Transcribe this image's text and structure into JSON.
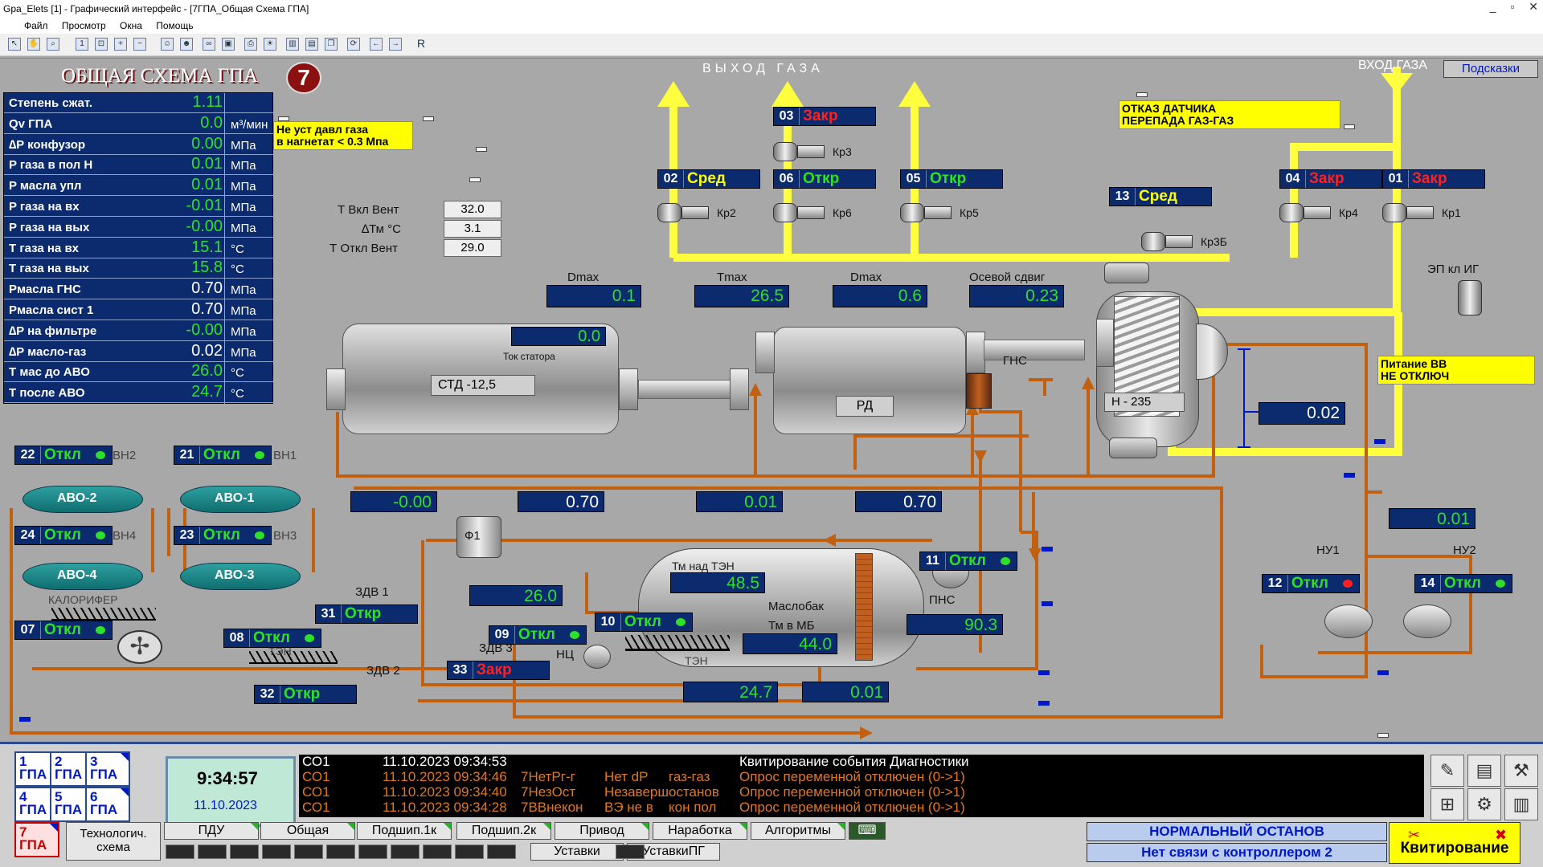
{
  "window": {
    "title": "Gpa_Elets [1] - Графический интерфейс - [7ГПА_Общая Схема ГПА]",
    "controls": [
      "_",
      "▫",
      "✕"
    ]
  },
  "menu": [
    "Файл",
    "Просмотр",
    "Окна",
    "Помощь"
  ],
  "toolbar": {
    "last_label": "R"
  },
  "screen": {
    "title": "ОБЩАЯ СХЕМА ГПА",
    "unit_no": "7",
    "gas_out": "ВЫХОД ГАЗА",
    "gas_in": "ВХОД ГАЗА",
    "hints_button": "Подсказки"
  },
  "params": [
    {
      "label": "Степень сжат.",
      "value": "1.11",
      "unit": ""
    },
    {
      "label": "Qv ГПА",
      "value": "0.0",
      "unit": "м³/мин"
    },
    {
      "label": "∆P конфузор",
      "value": "0.00",
      "unit": "МПа"
    },
    {
      "label": "P газа в пол Н",
      "value": "0.01",
      "unit": "МПа"
    },
    {
      "label": "P масла упл",
      "value": "0.01",
      "unit": "МПа"
    },
    {
      "label": "P газа на вх",
      "value": "-0.01",
      "unit": "МПа"
    },
    {
      "label": "P газа на вых",
      "value": "-0.00",
      "unit": "МПа"
    },
    {
      "label": "Т газа на вх",
      "value": "15.1",
      "unit": "°C"
    },
    {
      "label": "Т газа на вых",
      "value": "15.8",
      "unit": "°C"
    },
    {
      "label": "Рмасла ГНС",
      "value": "0.70",
      "unit": "МПа",
      "white": true
    },
    {
      "label": "Рмасла сист 1",
      "value": "0.70",
      "unit": "МПа",
      "white": true
    },
    {
      "label": "∆P на фильтре",
      "value": "-0.00",
      "unit": "МПа"
    },
    {
      "label": "∆P масло-газ",
      "value": "0.02",
      "unit": "МПа",
      "white": true
    },
    {
      "label": "Т мас до АВО",
      "value": "26.0",
      "unit": "°C"
    },
    {
      "label": "Т после АВО",
      "value": "24.7",
      "unit": "°C"
    }
  ],
  "alarms": {
    "discharge": "Не уст давл газа\nв нагнетат < 0.3 Мпа",
    "sensor": "ОТКАЗ ДАТЧИКА\nПЕРЕПАДА ГАЗ-ГАЗ",
    "power": "Питание ВВ\nНЕ ОТКЛЮЧ"
  },
  "fan_temps": {
    "on_label": "Т Вкл Вент",
    "on_val": "32.0",
    "dt_label": "∆Тм °С",
    "dt_val": "3.1",
    "off_label": "Т Откл Вент",
    "off_val": "29.0"
  },
  "valves": [
    {
      "num": "02",
      "state": "Сред",
      "color": "#ffff00",
      "name": "Кр2"
    },
    {
      "num": "03",
      "state": "Закр",
      "color": "#ff2020",
      "name": "Кр3"
    },
    {
      "num": "06",
      "state": "Откр",
      "color": "#2ee028",
      "name": "Кр6"
    },
    {
      "num": "05",
      "state": "Откр",
      "color": "#2ee028",
      "name": "Кр5"
    },
    {
      "num": "13",
      "state": "Сред",
      "color": "#ffff00",
      "name": "Кр3Б"
    },
    {
      "num": "04",
      "state": "Закр",
      "color": "#ff2020",
      "name": "Кр4"
    },
    {
      "num": "01",
      "state": "Закр",
      "color": "#ff2020",
      "name": "Кр1"
    }
  ],
  "drive_vals": {
    "dmax1_label": "Dmax",
    "dmax1": "0.1",
    "tmax_label": "Tmax",
    "tmax": "26.5",
    "dmax2_label": "Dmax",
    "dmax2": "0.6",
    "axial_label": "Осевой сдвиг",
    "axial": "0.23",
    "stator_val": "0.0",
    "stator_label": "Ток статора",
    "motor": "СТД -12,5",
    "gearbox": "РД",
    "gns": "ГНС",
    "compressor": "Н - 235",
    "ep_label": "ЭП кл ИГ",
    "dp_oil_gas": "0.02"
  },
  "oil": {
    "p1": "-0.00",
    "p2": "0.70",
    "p3": "0.01",
    "p4": "0.70",
    "nu_p": "0.01",
    "t_abo": "26.0",
    "t_above_ten_label": "Тм над ТЭН",
    "t_above_ten": "48.5",
    "tank_label": "Маслобак",
    "t_tank_label": "Тм в МБ",
    "t_tank": "44.0",
    "pns_val": "90.3",
    "pns": "ПНС",
    "nc": "НЦ",
    "ten": "ТЭН",
    "bottom1": "24.7",
    "bottom2": "0.01",
    "filter": "Ф1",
    "heater": "КАЛОРИФЕР",
    "ten2": "ТЭН",
    "nu1": "НУ1",
    "nu2": "НУ2"
  },
  "devices": [
    {
      "num": "22",
      "state": "Откл",
      "name": "ВН2"
    },
    {
      "num": "21",
      "state": "Откл",
      "name": "ВН1"
    },
    {
      "num": "24",
      "state": "Откл",
      "name": "ВН4"
    },
    {
      "num": "23",
      "state": "Откл",
      "name": "ВН3"
    },
    {
      "num": "07",
      "state": "Откл",
      "name": ""
    },
    {
      "num": "08",
      "state": "Откл",
      "name": ""
    },
    {
      "num": "31",
      "state": "Откр",
      "name": "ЗДВ 1"
    },
    {
      "num": "32",
      "state": "Откр",
      "name": "ЗДВ 2"
    },
    {
      "num": "33",
      "state": "Закр",
      "name": "ЗДВ 3"
    },
    {
      "num": "09",
      "state": "Откл",
      "name": ""
    },
    {
      "num": "10",
      "state": "Откл",
      "name": ""
    },
    {
      "num": "11",
      "state": "Откл",
      "name": ""
    },
    {
      "num": "12",
      "state": "Откл",
      "name": ""
    },
    {
      "num": "14",
      "state": "Откл",
      "name": ""
    }
  ],
  "abo": [
    "АВО-2",
    "АВО-1",
    "АВО-4",
    "АВО-3"
  ],
  "bottom": {
    "gpa": [
      {
        "n": "1",
        "t": "ГПА"
      },
      {
        "n": "2",
        "t": "ГПА"
      },
      {
        "n": "3",
        "t": "ГПА"
      },
      {
        "n": "4",
        "t": "ГПА"
      },
      {
        "n": "5",
        "t": "ГПА"
      },
      {
        "n": "6",
        "t": "ГПА"
      },
      {
        "n": "7",
        "t": "ГПА"
      }
    ],
    "tech_scheme": "Технологич.\nсхема",
    "time": "9:34:57",
    "date": "11.10.2023",
    "log": [
      {
        "c1": "СО1",
        "c2": "11.10.2023 09:34:53",
        "c3": "",
        "c4": "",
        "c5": "",
        "c6": "Квитирование события Диагностики",
        "color": "#ffffff"
      },
      {
        "c1": "СО1",
        "c2": "11.10.2023 09:34:46",
        "c3": "7НетРг-г",
        "c4": "Нет dP",
        "c5": "газ-газ",
        "c6": "Опрос переменной отключен (0->1)",
        "color": "#e07820"
      },
      {
        "c1": "СО1",
        "c2": "11.10.2023 09:34:40",
        "c3": "7НезОст",
        "c4": "Незаверш",
        "c5": "останов",
        "c6": "Опрос переменной отключен (0->1)",
        "color": "#e07820"
      },
      {
        "c1": "СО1",
        "c2": "11.10.2023 09:34:28",
        "c3": "7ВВнекон",
        "c4": "ВЭ не в",
        "c5": "кон пол",
        "c6": "Опрос переменной отключен (0->1)",
        "color": "#e07820"
      }
    ],
    "tabs": [
      "ПДУ",
      "Общая",
      "Подшип.1к",
      "Подшип.2к",
      "Привод",
      "Наработка",
      "Алгоритмы"
    ],
    "tabs2": [
      "Уставки",
      "УставкиПГ"
    ],
    "status1": "НОРМАЛЬНЫЙ ОСТАНОВ",
    "status2": "Нет связи с контроллером 2",
    "ack": "Квитирование"
  }
}
